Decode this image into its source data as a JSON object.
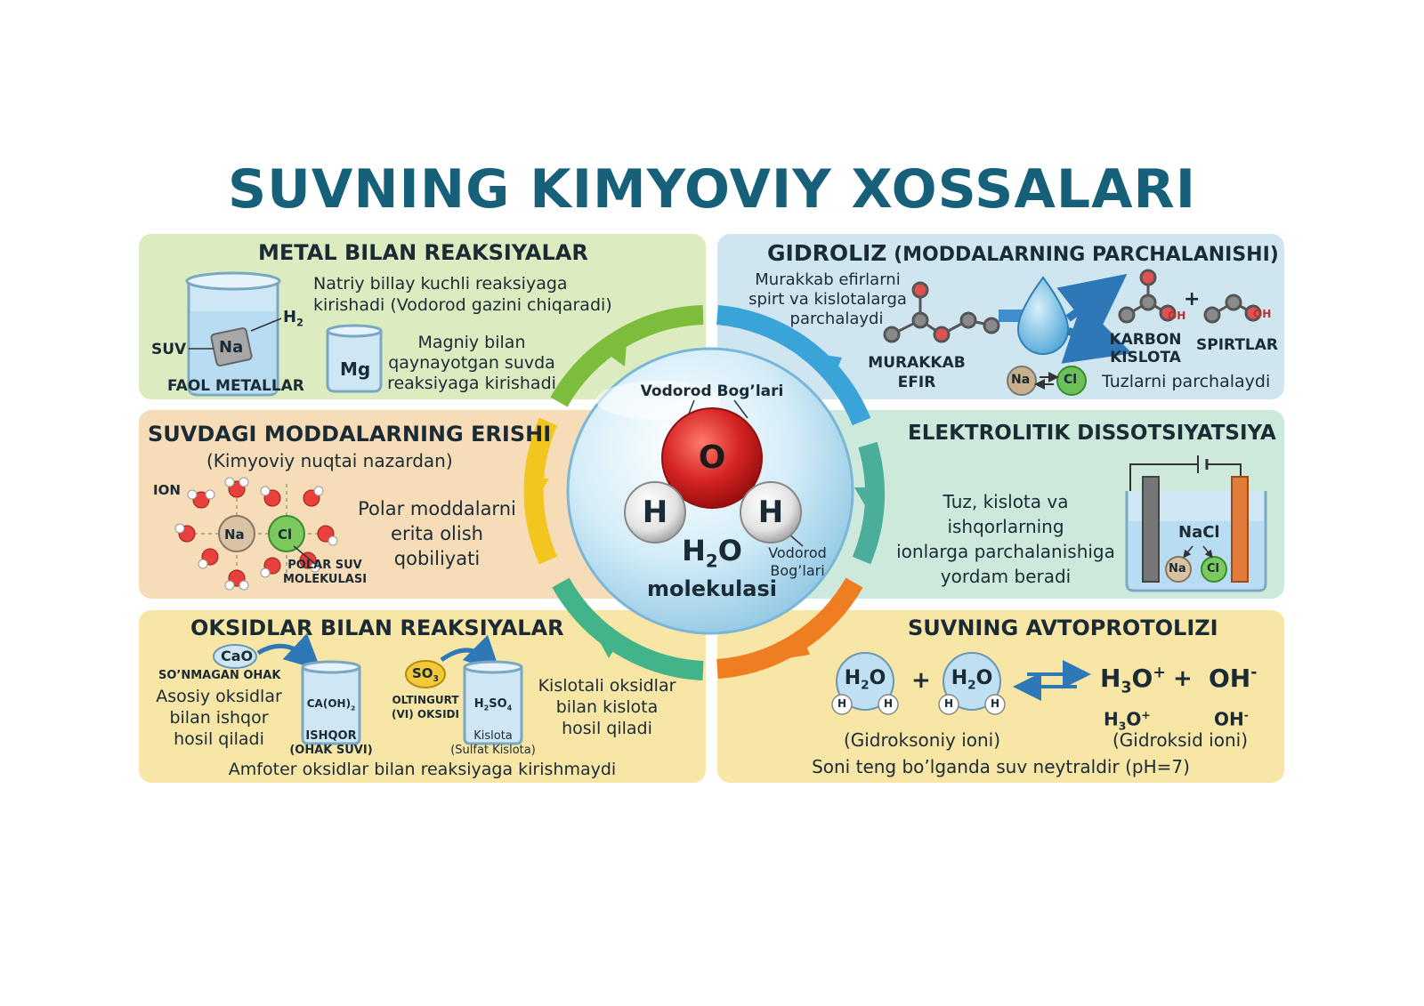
{
  "title": "SUVNING KIMYOVIY XOSSALARI",
  "center": {
    "oxygen": "O",
    "hydrogen_left": "H",
    "hydrogen_right": "H",
    "label_top": "Vodorod Bog’lari",
    "label_right_1": "Vodorod",
    "label_right_2": "Bog’lari",
    "formula_main": "H",
    "formula_sub": "2",
    "formula_end": "O",
    "molecule_caption": "molekulasi"
  },
  "metal": {
    "title": "METAL BILAN REAKSIYALAR",
    "line1": "Natriy billay kuchli reaksiyaga",
    "line2": "kirishadi (Vodorod gazini chiqaradi)",
    "na": "Na",
    "suv": "SUV",
    "h2": "H",
    "h2_sub": "2",
    "faol": "FAOL METALLAR",
    "mg": "Mg",
    "mg_line1": "Magniy bilan",
    "mg_line2": "qaynayotgan suvda",
    "mg_line3": "reaksiyaga kirishadi"
  },
  "gidroliz": {
    "title_bold": "GIDROLIZ",
    "title_rest": "(MODDALARNING PARCHALANISHI)",
    "line1": "Murakkab efirlarni",
    "line2": "spirt va kislotalarga",
    "line3": "parchalaydi",
    "ester_1": "MURAKKAB",
    "ester_2": "EFIR",
    "acid_1": "KARBON",
    "acid_2": "KISLOTA",
    "alcohol": "SPIRTLAR",
    "plus": "+",
    "oh": "OH",
    "o": "O",
    "na": "Na",
    "cl": "Cl",
    "salts": "Tuzlarni parchalaydi"
  },
  "erish": {
    "title": "SUVDAGI MODDALARNING ERISHI",
    "subtitle": "(Kimyoviy nuqtai nazardan)",
    "ion": "ION",
    "na": "Na",
    "cl": "Cl",
    "polar_1": "POLAR SUV",
    "polar_2": "MOLEKULASI",
    "text1": "Polar moddalarni",
    "text2": "erita olish",
    "text3": "qobiliyati"
  },
  "elektrolitik": {
    "title": "ELEKTROLITIK DISSOTSIYATSIYA",
    "line1": "Tuz, kislota va",
    "line2": "ishqorlarning",
    "line3": "ionlarga parchalanishiga",
    "line4": "yordam beradi",
    "nacl": "NaCl",
    "na": "Na",
    "cl": "Cl"
  },
  "oksid": {
    "title": "OKSIDLAR BILAN REAKSIYALAR",
    "cao": "CaO",
    "cao_name": "SO’NMAGAN OHAK",
    "basic_1": "Asosiy oksidlar",
    "basic_2": "bilan ishqor",
    "basic_3": "hosil qiladi",
    "caoh": "CA(OH)",
    "caoh_sub": "2",
    "ishqor_1": "ISHQOR",
    "ishqor_2": "(OHAK SUVI)",
    "so3": "SO",
    "so3_sub": "3",
    "olt_1": "OLTINGURT",
    "olt_2": "(VI) OKSIDI",
    "h2so4_a": "H",
    "h2so4_b": "2",
    "h2so4_c": "SO",
    "h2so4_d": "4",
    "kislota_1": "Kislota",
    "kislota_2": "(Sulfat Kislota)",
    "acid_1": "Kislotali oksidlar",
    "acid_2": "bilan kislota",
    "acid_3": "hosil qiladi",
    "footer": "Amfoter oksidlar bilan reaksiyaga kirishmaydi"
  },
  "avto": {
    "title": "SUVNING AVTOPROTOLIZI",
    "h2o_h": "H",
    "h2o_sub": "2",
    "h2o_o": "O",
    "h": "H",
    "plus": "+",
    "h3o_h": "H",
    "h3o_sub": "3",
    "h3o_o": "O",
    "h3o_sup": "+",
    "oh": "OH",
    "oh_sup": "-",
    "gidroksoniy": "(Gidroksoniy ioni)",
    "gidroksid": "(Gidroksid ioni)",
    "neutral": "Soni teng bo’lganda suv neytraldir (pH=7)"
  },
  "colors": {
    "title": "#17607a",
    "green_panel": "#dcecc0",
    "blue_panel": "#cfe6f1",
    "orange_panel": "#f7dcb8",
    "teal_panel": "#cde9dc",
    "yellow_panel": "#f8e6a6",
    "oxygen": "#d42323"
  }
}
